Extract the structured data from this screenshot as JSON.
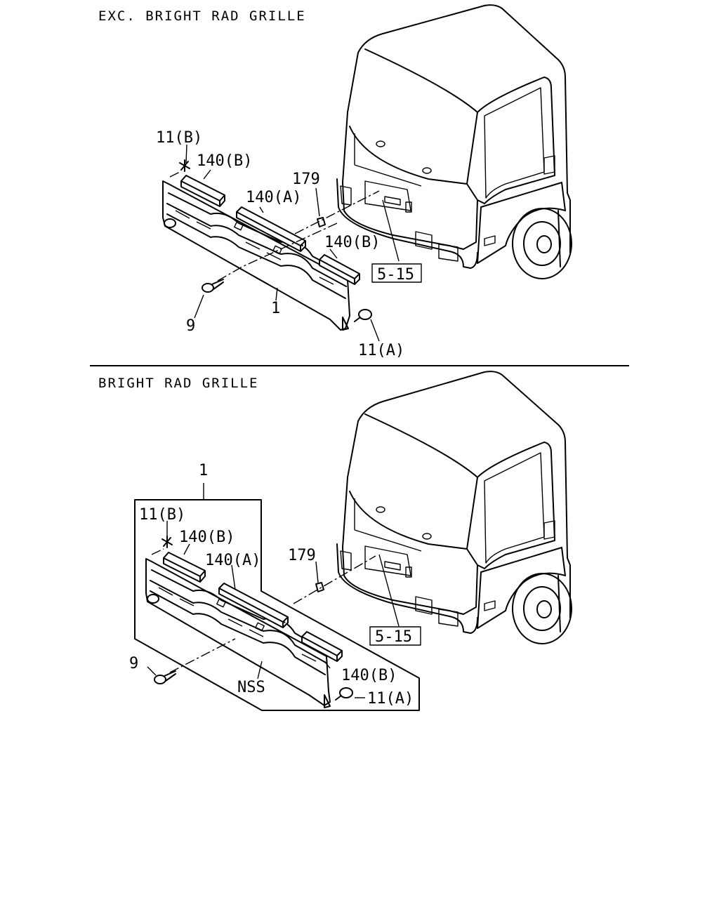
{
  "sections": [
    {
      "title": "EXC. BRIGHT RAD GRILLE",
      "labels": {
        "l11b": "11(B)",
        "l140b_top": "140(B)",
        "l179": "179",
        "l140a": "140(A)",
        "l140b_right": "140(B)",
        "ref": "5-15",
        "l9": "9",
        "l1": "1",
        "l11a": "11(A)"
      }
    },
    {
      "title": "BRIGHT RAD GRILLE",
      "labels": {
        "l1": "1",
        "l11b": "11(B)",
        "l140b_top": "140(B)",
        "l140a": "140(A)",
        "l179": "179",
        "ref": "5-15",
        "l9": "9",
        "l140b_right": "140(B)",
        "nss": "NSS",
        "l11a": "11(A)"
      }
    }
  ]
}
